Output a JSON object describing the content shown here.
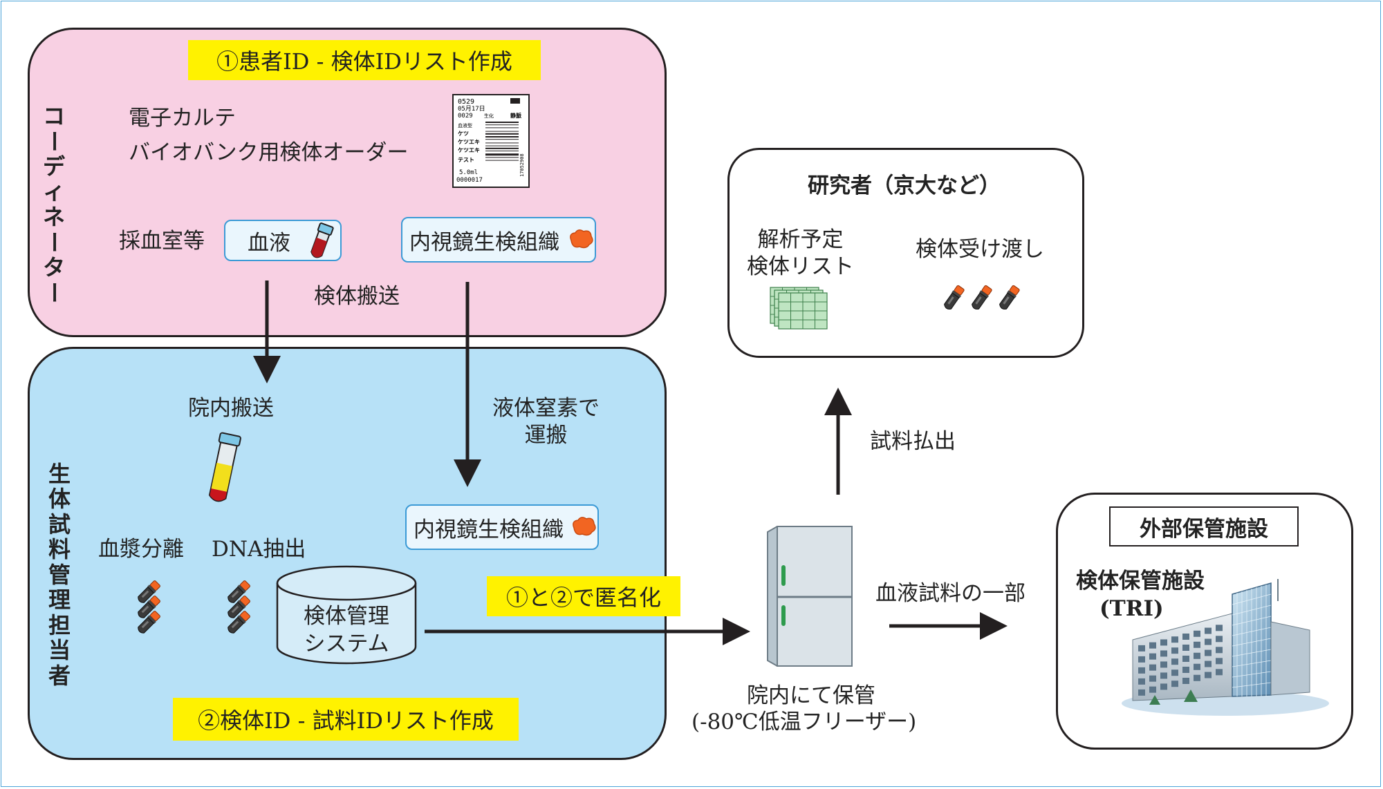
{
  "coordinator": {
    "label": "コーディネーター",
    "list_step": "①患者ID - 検体IDリスト作成",
    "emr": "電子カルテ",
    "order": "バイオバンク用検体オーダー",
    "collection_room": "採血室等",
    "blood": "血液",
    "endoscopy_biopsy": "内視鏡生検組織",
    "sample_transport": "検体搬送",
    "barcode_label": {
      "lines": [
        "0529",
        "05月17日",
        "0029"
      ],
      "type": "生化",
      "dept": "静脈",
      "kana_block": [
        "血液型",
        "ケツ",
        "ケツエキ",
        "ケツエキ"
      ],
      "test": "テスト",
      "vol": "5.0ml",
      "num": "0000017",
      "side": "17052908"
    }
  },
  "manager": {
    "label": "生体試料管理担当者",
    "in_hospital_transport": "院内搬送",
    "ln2_transport": "液体窒素で\n運搬",
    "endoscopy_biopsy": "内視鏡生検組織",
    "plasma_separation": "血漿分離",
    "dna_extraction": "DNA抽出",
    "system": "検体管理\nシステム",
    "list_step": "②検体ID - 試料IDリスト作成"
  },
  "anonymize": "①と②で匿名化",
  "freezer": {
    "caption_line1": "院内にて保管",
    "caption_line2": "(-80℃低温フリーザー)"
  },
  "researcher": {
    "title": "研究者（京大など）",
    "analysis_list": "解析予定\n検体リスト",
    "handover": "検体受け渡し"
  },
  "release": "試料払出",
  "blood_portion": "血液試料の一部",
  "external": {
    "title": "外部保管施設",
    "facility": "検体保管施設",
    "facility_sub": "(TRI)"
  },
  "colors": {
    "pink": "#f8d0e3",
    "blue": "#b7e1f7",
    "highlight": "#fff200",
    "tag_border": "#3b9ad6",
    "tube_orange": "#f26522"
  }
}
